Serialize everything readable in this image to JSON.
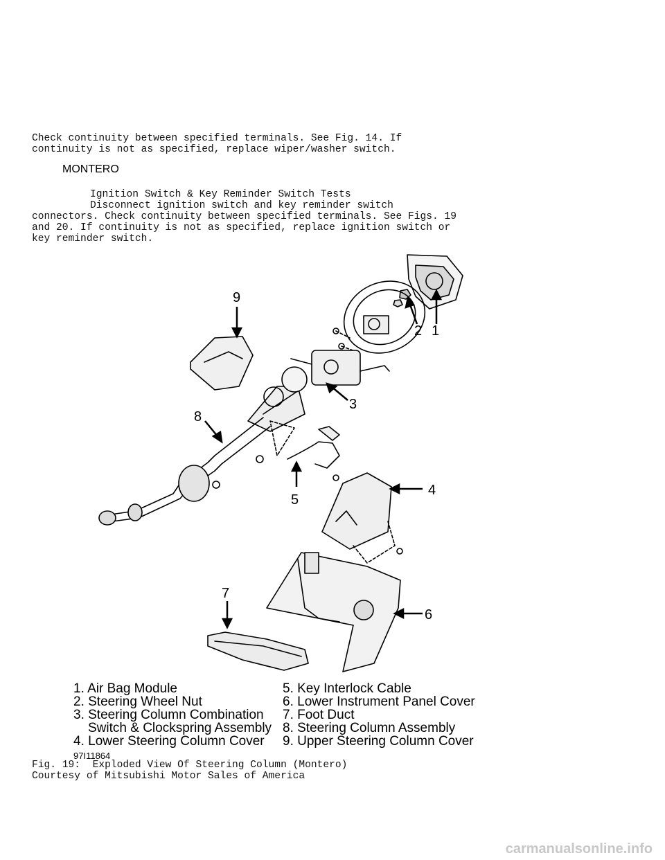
{
  "intro": {
    "line1": "Check continuity between specified terminals. See Fig. 14. If",
    "line2": "continuity is not as specified, replace wiper/washer switch."
  },
  "section_heading": "MONTERO",
  "tests": {
    "title": "Ignition Switch & Key Reminder Switch Tests",
    "line1": "Disconnect ignition switch and key reminder switch",
    "line2": "connectors. Check continuity between specified terminals. See Figs. 19",
    "line3": "and 20. If continuity is not as specified, replace ignition switch or",
    "line4": "key reminder switch."
  },
  "figure": {
    "callouts": [
      "1",
      "2",
      "3",
      "4",
      "5",
      "6",
      "7",
      "8",
      "9"
    ],
    "legend": [
      "1. Air Bag Module",
      "2. Steering Wheel Nut",
      "3. Steering Column Combination",
      "Switch & Clockspring Assembly",
      "4. Lower Steering Column Cover",
      "5. Key Interlock Cable",
      "6. Lower Instrument Panel Cover",
      "7. Foot Duct",
      "8. Steering Column Assembly",
      "9. Upper Steering Column Cover"
    ],
    "code": "97I11864"
  },
  "caption": {
    "line1": "Fig. 19:  Exploded View Of Steering Column (Montero)",
    "line2": "Courtesy of Mitsubishi Motor Sales of America"
  },
  "watermark": "carmanualsonline.info"
}
